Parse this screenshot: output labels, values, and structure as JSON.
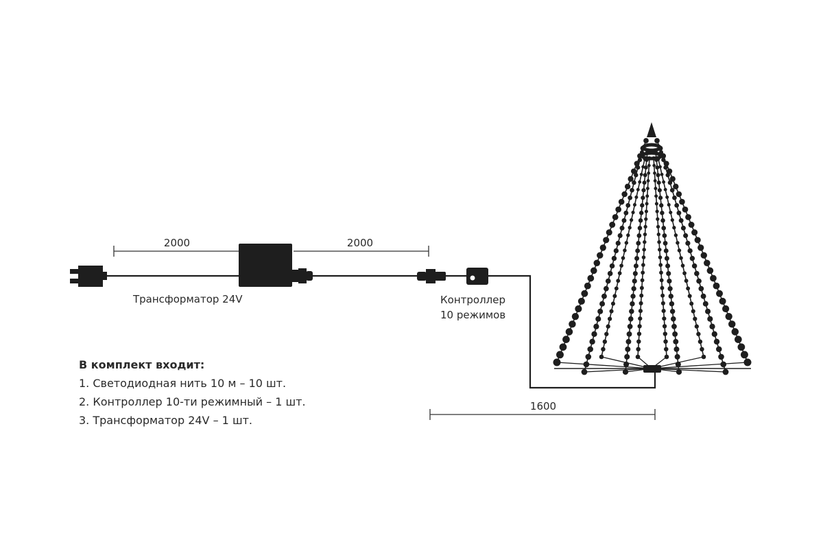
{
  "dimensions": {
    "plug_to_transformer": "2000",
    "transformer_to_connector": "2000",
    "controller_to_tree": "1600"
  },
  "labels": {
    "transformer": "Трансформатор 24V",
    "controller_line1": "Контроллер",
    "controller_line2": "10 режимов"
  },
  "package": {
    "title": "В комплект входит:",
    "items": [
      "1. Светодиодная нить 10 м – 10 шт.",
      "2. Контроллер 10-ти режимный – 1 шт.",
      "3. Трансформатор 24V – 1 шт."
    ]
  },
  "tree": {
    "strands": 10
  },
  "colors": {
    "ink": "#1e1e1e",
    "text": "#2a2a2a"
  }
}
